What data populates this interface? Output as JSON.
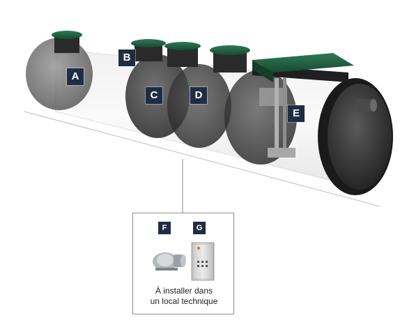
{
  "labels": {
    "a": "A",
    "b": "B",
    "c": "C",
    "d": "D",
    "e": "E",
    "f": "F",
    "g": "G"
  },
  "note": {
    "line1": "À installer dans",
    "line2": "un local technique"
  },
  "colors": {
    "label_bg": "#1f2d44",
    "lid_green": "#1f5a3f",
    "tank_dark": "#2b2b2b",
    "cabinet": "#d9d9d9"
  },
  "icons": {
    "blower": "blower-icon",
    "control_cabinet": "control-cabinet-icon"
  }
}
